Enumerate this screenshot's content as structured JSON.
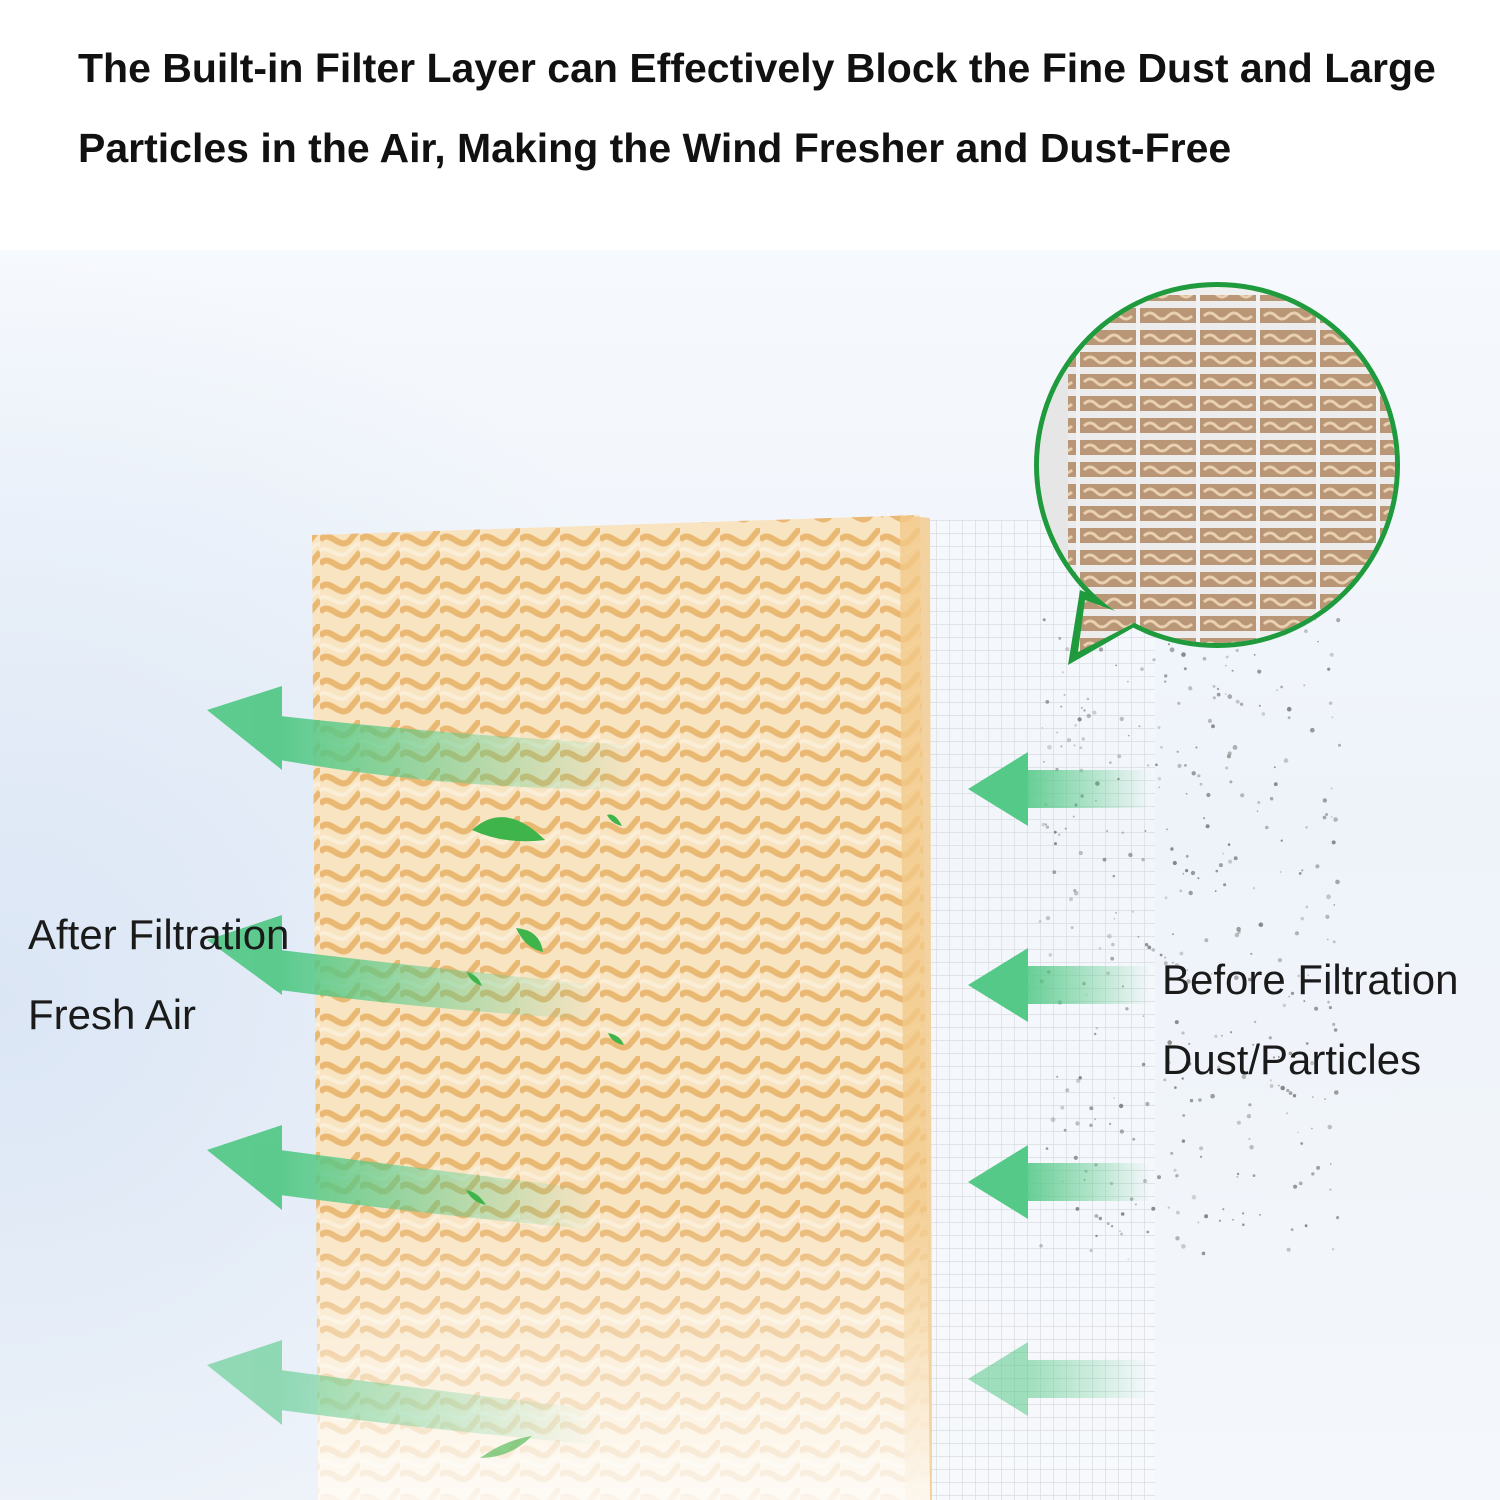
{
  "headline": "The Built-in Filter Layer can Effectively Block the Fine Dust and Large Particles in the Air, Making the Wind Fresher and Dust-Free",
  "labels": {
    "after_line1": "After Filtration",
    "after_line2": "Fresh Air",
    "before_line1": "Before Filtration",
    "before_line2": "Dust/Particles"
  },
  "colors": {
    "pad_light": "#f8e2bd",
    "pad_dark": "#e7b570",
    "arrow_green": "#55c987",
    "bubble_border": "#1f9a3c",
    "leaf_green": "#3fb44a",
    "mesh_line": "#c9cdd2",
    "dust": "#7a7a7a"
  },
  "icons": {
    "outflow_arrows": "curved-arrow-left-icon",
    "inflow_arrows": "arrow-left-icon",
    "leaves": "leaf-icon",
    "zoom_bubble": "magnify-bubble-icon"
  }
}
